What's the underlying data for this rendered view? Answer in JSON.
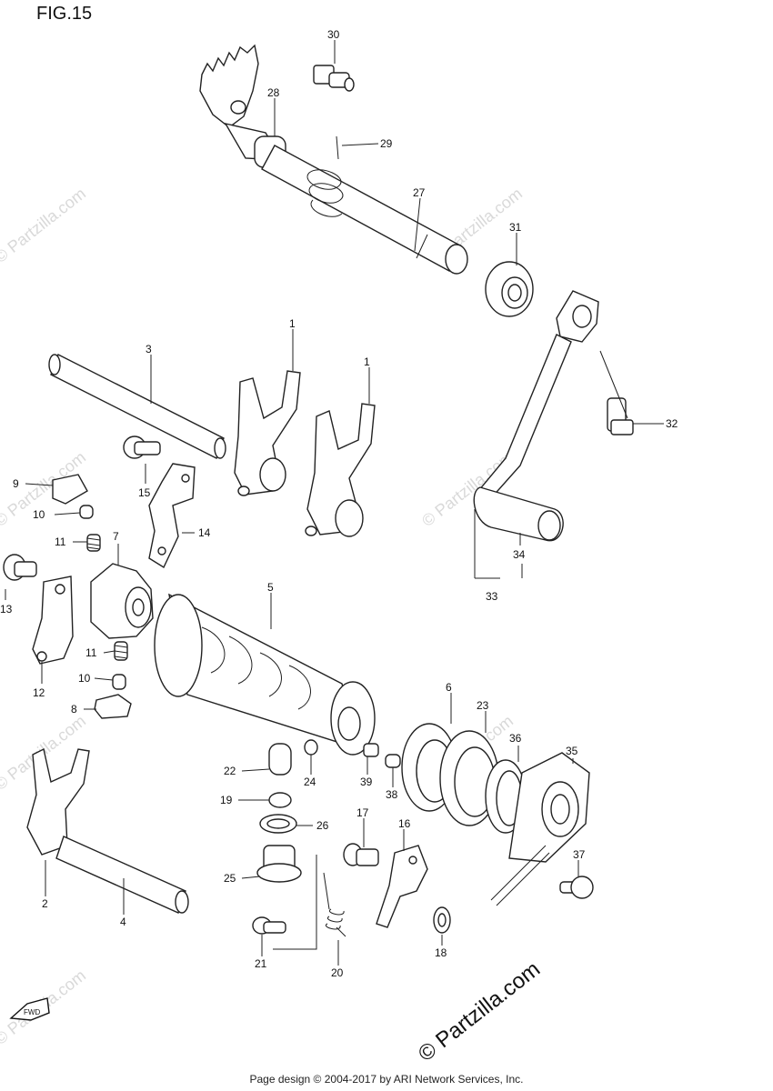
{
  "figure_title": "FIG.15",
  "footer_text": "Page design © 2004-2017 by ARI Network Services, Inc.",
  "brand_text": "© Partzilla.com",
  "watermark_text": "© Partzilla.com",
  "fwd_arrow_text": "FWD",
  "labels": {
    "p30": "30",
    "p28": "28",
    "p29": "29",
    "p27": "27",
    "p31": "31",
    "p3": "3",
    "p1a": "1",
    "p1b": "1",
    "p32": "32",
    "p9": "9",
    "p15": "15",
    "p10a": "10",
    "p14": "14",
    "p11a": "11",
    "p7": "7",
    "p13": "13",
    "p34": "34",
    "p33": "33",
    "p5": "5",
    "p11b": "11",
    "p12": "12",
    "p10b": "10",
    "p8": "8",
    "p6": "6",
    "p23": "23",
    "p36": "36",
    "p35": "35",
    "p22": "22",
    "p24": "24",
    "p39": "39",
    "p38": "38",
    "p19": "19",
    "p26": "26",
    "p17": "17",
    "p16": "16",
    "p37": "37",
    "p25": "25",
    "p2": "2",
    "p4": "4",
    "p21": "21",
    "p18": "18",
    "p20": "20"
  }
}
